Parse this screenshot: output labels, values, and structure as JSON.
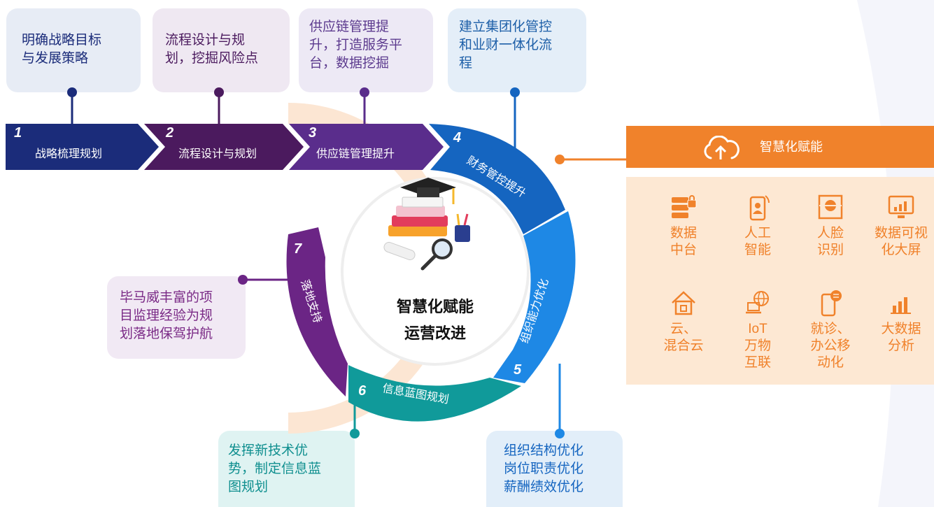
{
  "top_bubbles": [
    {
      "lines": [
        "明确战略目标",
        "与发展策略"
      ],
      "color": "#1b2c7a",
      "bg": "#e7ecf5"
    },
    {
      "lines": [
        "流程设计与规",
        "划，挖掘风险点"
      ],
      "color": "#4b1a5e",
      "bg": "#efe8f2"
    },
    {
      "lines": [
        "供应链管理提",
        "升，打造服务平",
        "台，数据挖掘"
      ],
      "color": "#5c3a8e",
      "bg": "#ede9f5"
    },
    {
      "lines": [
        "建立集团化管控",
        "和业财一体化流",
        "程"
      ],
      "color": "#1d5fa8",
      "bg": "#e4eef8"
    }
  ],
  "steps": [
    {
      "num": "1",
      "label": "战略梳理规划",
      "color": "#1b2c7a"
    },
    {
      "num": "2",
      "label": "流程设计与规划",
      "color": "#4b1a5e"
    },
    {
      "num": "3",
      "label": "供应链管理提升",
      "color": "#5a2d8c"
    },
    {
      "num": "4",
      "label": "财务管控提升",
      "color": "#1565c0"
    },
    {
      "num": "5",
      "label": "组织能力优化",
      "color": "#1e88e5"
    },
    {
      "num": "6",
      "label": "信息蓝图规划",
      "color": "#109a9a"
    },
    {
      "num": "7",
      "label": "落地支持",
      "color": "#6b2585"
    }
  ],
  "center": {
    "line1": "智慧化赋能",
    "line2": "运营改进"
  },
  "side_bubbles": {
    "left": {
      "lines": [
        "毕马威丰富的项",
        "目监理经验为规",
        "划落地保驾护航"
      ],
      "color": "#7a2a86",
      "bg": "#f1e9f4"
    },
    "bottom_left": {
      "lines": [
        "发挥新技术优",
        "势，制定信息蓝",
        "图规划"
      ],
      "color": "#0f8f8f",
      "bg": "#dff3f2"
    },
    "bottom_right": {
      "lines": [
        "组织结构优化",
        "岗位职责优化",
        "薪酬绩效优化"
      ],
      "color": "#1565c0",
      "bg": "#e2eef9"
    }
  },
  "enablement": {
    "title": "智慧化赋能",
    "icon": "cloud-upload-icon",
    "accent": "#f0822b",
    "items": [
      {
        "icon": "server-lock-icon",
        "lines": [
          "数据",
          "中台"
        ]
      },
      {
        "icon": "smartphone-user-icon",
        "lines": [
          "人工",
          "智能"
        ]
      },
      {
        "icon": "face-scan-icon",
        "lines": [
          "人脸",
          "识别"
        ]
      },
      {
        "icon": "monitor-chart-icon",
        "lines": [
          "数据可视",
          "化大屏"
        ]
      },
      {
        "icon": "home-icon",
        "lines": [
          "云、",
          "混合云"
        ]
      },
      {
        "icon": "laptop-globe-icon",
        "lines": [
          "IoT",
          "万物",
          "互联"
        ]
      },
      {
        "icon": "mobile-chat-icon",
        "lines": [
          "就诊、",
          "办公移",
          "动化"
        ]
      },
      {
        "icon": "bar-chart-icon",
        "lines": [
          "大数据",
          "分析"
        ]
      }
    ]
  }
}
